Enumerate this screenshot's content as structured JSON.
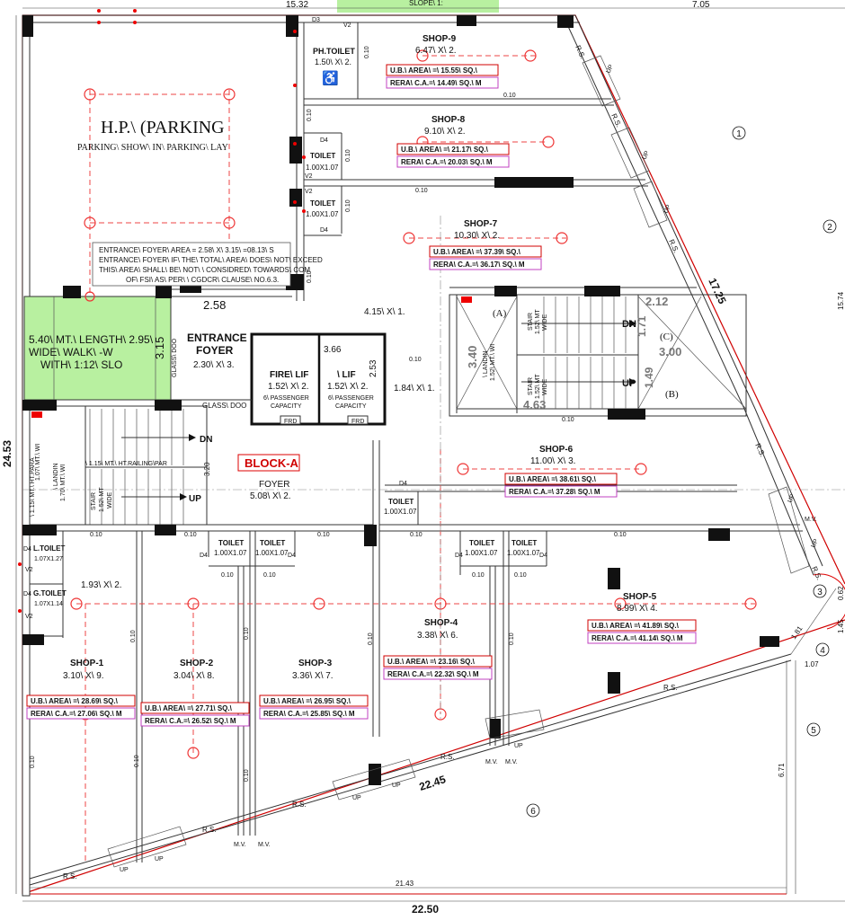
{
  "top": {
    "dim_left": "15.32",
    "dim_right": "7.05",
    "slope": "SLOPE\\ 1:"
  },
  "dims": {
    "total_bottom": "22.50",
    "inner_bottom": "21.43",
    "left_total": "24.53",
    "diag_right": "17.25",
    "bottom_diag": "22.45",
    "right_6_71": "6.71",
    "right_1_45": "1.45",
    "right_1_07": "1.07",
    "right_1_81": "1.81",
    "far_right_a": "15.74",
    "far_right_b": "0.62"
  },
  "parking": {
    "title": "H.P.\\ (PARKING",
    "subtitle": "PARKING\\ SHOW\\ IN\\ PARKING\\ LAY"
  },
  "note": {
    "lines": [
      "ENTRANCE\\ FOYER\\ AREA = 2.58\\ X\\ 3.15\\ =08.13\\ S",
      "ENTRANCE\\ FOYER\\ IF\\ THE\\ TOTAL\\ AREA\\ DOES\\ NOT\\ EXCEED",
      "THIS\\ AREA\\ SHALL\\ BE\\ NOT\\ \\ CONSIDRED\\ TOWARDS\\ COM",
      "OF\\ FSI\\ AS\\ PER\\ \\ CGDCR\\ CLAUSE\\ NO.6.3."
    ]
  },
  "ramp": {
    "lines": [
      "5.40\\ MT.\\ LENGTH\\ 2.95\\",
      "WIDE\\ WALK\\ -W",
      "WITH\\ 1:12\\ SLO"
    ],
    "color": "#b8f0a0"
  },
  "foyer": {
    "dim_width": "2.58",
    "dim_height": "3.15",
    "title1": "ENTRANCE",
    "title2": "FOYER",
    "size": "2.30\\ X\\ 3.",
    "glass1": "GLASS\\ DOO",
    "glass2": "GLASS\\ DOO"
  },
  "lifts": {
    "dim_top": "3.66",
    "dim_side": "2.53",
    "fire_title": "FIRE\\ LIF",
    "fire_size": "1.52\\ X\\ 2.",
    "lift_title": "\\ LIF",
    "lift_size": "1.52\\ X\\ 2.",
    "capacity": "6\\ PASSENGER",
    "capacity2": "CAPACITY",
    "frd": "FRD"
  },
  "lobby": {
    "a": "4.15\\ X\\ 1.",
    "b": "1.84\\ X\\ 1."
  },
  "block": {
    "title": "BLOCK-A",
    "foyer_title": "FOYER",
    "foyer_size": "5.08\\ X\\ 2.",
    "dim_320": "3.20"
  },
  "stair_left": {
    "dn": "DN",
    "up": "UP",
    "railing": "\\ 1.15\\ MT.\\ HT.RAILING\\PAR",
    "landing": "\\ LANDIN",
    "landing2": "1.70\\ MT.\\ WI",
    "stair": "STAIR",
    "stair2": "1.52\\ MT",
    "stair3": "WIDE",
    "para": "\\ 1.15\\ MT.\\ HT.PARA",
    "para2": "1.07\\ MT.\\ WI"
  },
  "stair_right": {
    "a": "(A)",
    "b": "(B)",
    "c": "(C)",
    "dn": "DN",
    "up": "UP",
    "d212": "2.12",
    "d300": "3.00",
    "d340": "3.40",
    "d463": "4.63",
    "d171": "1.71",
    "d149": "1.49",
    "landing": "\\ LANDIN",
    "landing2": "1.52\\ MT.\\ WI",
    "stair": "STAIR",
    "stair2": "1.52\\ MT",
    "stair3": "WIDE"
  },
  "ph_toilet": {
    "title": "PH.TOILET",
    "size": "1.50\\ X\\ 2."
  },
  "toilet_label": "TOILET",
  "toilet_size": "1.00X1.07",
  "l_toilet": {
    "title": "L.TOILET",
    "size": "1.07X1.27"
  },
  "g_toilet": {
    "title": "G.TOILET",
    "size": "1.07X1.14"
  },
  "d_tags": {
    "d3": "D3",
    "d4": "D4",
    "v2": "V2"
  },
  "small": {
    "t010": "0.10",
    "rs": "R.S.",
    "mv": "M.V.",
    "up": "UP"
  },
  "shop1_room": "1.93\\ X\\ 2.",
  "circles": [
    "1",
    "2",
    "3",
    "4",
    "5",
    "6"
  ],
  "shops": [
    {
      "name": "SHOP-9",
      "size": "6.47\\ X\\ 2.",
      "ub": "U.B.\\ AREA\\ =\\ 15.55\\ SQ.\\",
      "rera": "RERA\\ C.A.=\\ 14.49\\ SQ.\\ M"
    },
    {
      "name": "SHOP-8",
      "size": "9.10\\ X\\ 2.",
      "ub": "U.B.\\ AREA\\ =\\ 21.17\\ SQ.\\",
      "rera": "RERA\\ C.A.=\\ 20.03\\ SQ.\\ M"
    },
    {
      "name": "SHOP-7",
      "size": "10.30\\ X\\ 2.",
      "ub": "U.B.\\ AREA\\ =\\ 37.39\\ SQ.\\",
      "rera": "RERA\\ C.A.=\\ 36.17\\ SQ.\\ M"
    },
    {
      "name": "SHOP-6",
      "size": "11.00\\ X\\ 3.",
      "ub": "U.B.\\ AREA\\ =\\ 38.61\\ SQ.\\",
      "rera": "RERA\\ C.A.=\\ 37.28\\ SQ.\\ M"
    },
    {
      "name": "SHOP-5",
      "size": "8.99\\ X\\ 4.",
      "ub": "U.B.\\ AREA\\ =\\ 41.89\\ SQ.\\",
      "rera": "RERA\\ C.A.=\\ 41.14\\ SQ.\\ M"
    },
    {
      "name": "SHOP-4",
      "size": "3.38\\ X\\ 6.",
      "ub": "U.B.\\ AREA\\ =\\ 23.16\\ SQ.\\",
      "rera": "RERA\\ C.A.=\\ 22.32\\ SQ.\\ M"
    },
    {
      "name": "SHOP-3",
      "size": "3.36\\ X\\ 7.",
      "ub": "U.B.\\ AREA\\ =\\ 26.95\\ SQ.\\",
      "rera": "RERA\\ C.A.=\\ 25.85\\ SQ.\\ M"
    },
    {
      "name": "SHOP-2",
      "size": "3.04\\ X\\ 8.",
      "ub": "U.B.\\ AREA\\ =\\ 27.71\\ SQ.\\",
      "rera": "RERA\\ C.A.=\\ 26.52\\ SQ.\\ M"
    },
    {
      "name": "SHOP-1",
      "size": "3.10\\ X\\ 9.",
      "ub": "U.B.\\ AREA\\ =\\ 28.69\\ SQ.\\",
      "rera": "RERA\\ C.A.=\\ 27.06\\ SQ.\\ M"
    }
  ]
}
